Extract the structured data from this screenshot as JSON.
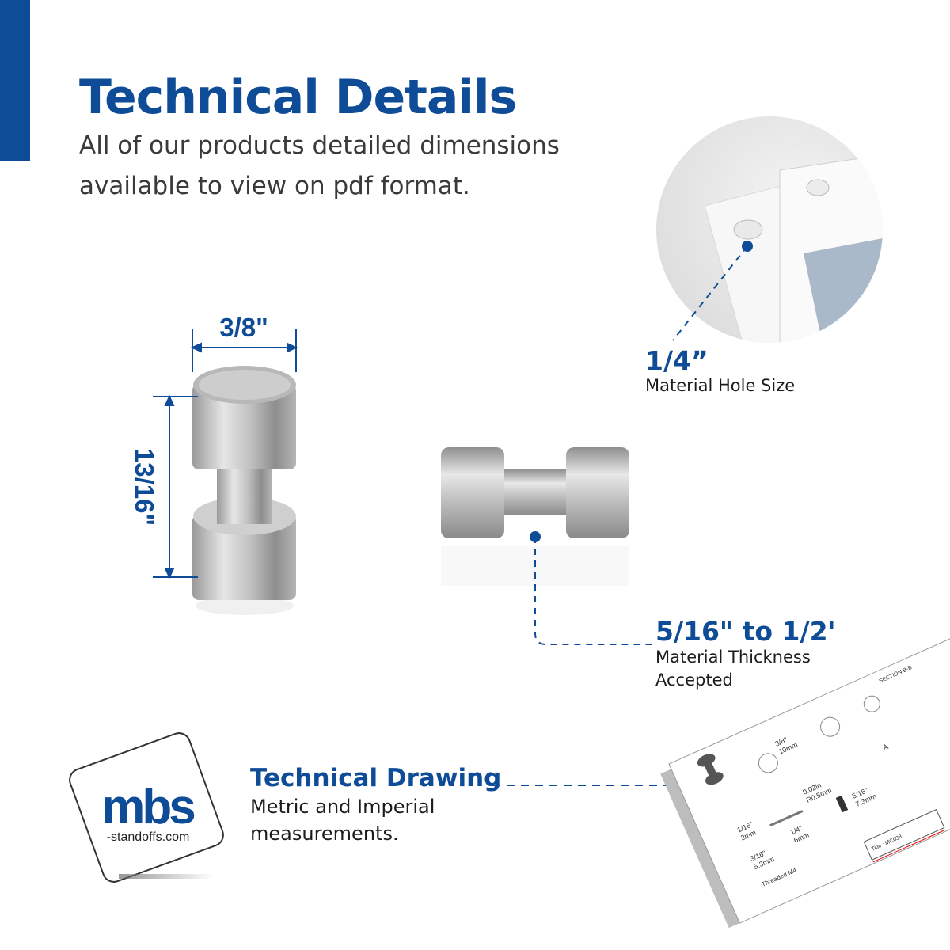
{
  "header": {
    "title": "Technical Details",
    "subtitle_line1": "All of our products detailed dimensions",
    "subtitle_line2": "available to view on pdf format."
  },
  "dimensions": {
    "diameter": "3/8\"",
    "height": "13/16\""
  },
  "callouts": {
    "hole_size": {
      "value": "1/4”",
      "label": "Material Hole Size"
    },
    "thickness": {
      "value": "5/16\" to 1/2'",
      "label_line1": "Material Thickness",
      "label_line2": "Accepted"
    },
    "drawing": {
      "value": "Technical Drawing",
      "label_line1": "Metric and Imperial",
      "label_line2": "measurements."
    }
  },
  "logo": {
    "mark": "mbs",
    "text": "-standoffs.com"
  },
  "drawing_sheet": {
    "labels": [
      "3/8\"",
      "10mm",
      "0.02in",
      "R0.5mm",
      "1/16\"",
      "2mm",
      "3/16\"",
      "5.3mm",
      "1/4\"",
      "6mm",
      "Threaded M4",
      "5/16\"",
      "7.3mm",
      "SECTION B-B",
      "A",
      "Title : MC038"
    ]
  },
  "colors": {
    "brand_blue": "#0f4c97",
    "logo_gray": "#8c8c8c",
    "text": "#2b2b2b"
  }
}
